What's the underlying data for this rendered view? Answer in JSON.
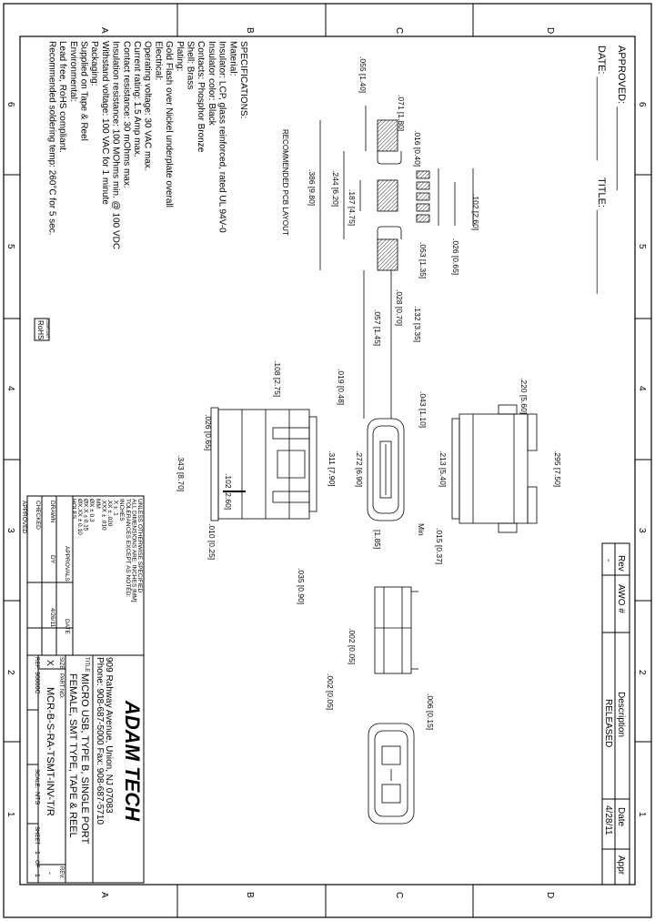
{
  "zones": {
    "letters": [
      "A",
      "B",
      "C",
      "D"
    ],
    "numbers": [
      "6",
      "5",
      "4",
      "3",
      "2",
      "1"
    ]
  },
  "approvals_block": {
    "approved": "APPROVED: _______________",
    "date": "DATE: _______________",
    "title": "TITLE: _______________"
  },
  "revision_table": {
    "headers": [
      "Rev",
      "AWO #",
      "Description",
      "Date",
      "Appr"
    ],
    "row": [
      "-",
      "",
      "RELEASED",
      "4/28/11",
      ""
    ]
  },
  "specifications": {
    "lines": [
      "SPECIFICATIONS:",
      "Material:",
      "Insulator: LCP, glass reinforced, rated UL 94V-0",
      "Insulator color: Black",
      "Contacts: Phosphor Bronze",
      "Shell: Brass",
      "Plating:",
      "Gold Flash over Nickel underplate overall",
      "Electrical:",
      "Operating voltage: 30 VAC max.",
      "Current rating: 1.5 Amp max.",
      "Contact resistance: 30 mOhms max.",
      "Insulation resistance: 100 MOhms min. @ 100 VDC",
      "Withstand voltage: 100 VAC for 1 minute",
      "Packaging:",
      "Supplied on Tape & Reel",
      "Environmental:",
      "Lead free, RoHS compliant.",
      "Recommended soldering temp: 260°C for 5 sec."
    ],
    "rohs_logo": "RoHS",
    "rohs_sub": "COMPLIANT"
  },
  "pcb_layout": {
    "label": "RECOMMENDED PCB LAYOUT",
    "dims": [
      ".055 [1.40]",
      ".071 [1.80]",
      ".016 [0.40]",
      ".102 [2.60]",
      ".026 [0.65]",
      ".053 [1.35]",
      ".187 [4.75]",
      ".244 [6.20]",
      ".386 [9.80]",
      ".028 [0.70]",
      ".132 [3.35]",
      ".057 [1.45]"
    ]
  },
  "views": {
    "dims": [
      ".108 [2.75]",
      ".019 [0.48]",
      ".043 [1.10]",
      ".220 [5.60]",
      ".295 [7.50]",
      ".026 [0.65]",
      ".311 [7.90]",
      ".272 [6.90]",
      ".213 [5.40]",
      ".343 [8.70]",
      ".102 [2.60]",
      ".010 [0.25]",
      ".015 [0.37]",
      "Min",
      "[1.85]",
      ".035 [0.90]",
      ".002 [0.05]",
      ".006 [0.15]",
      ".002 [0.05]"
    ]
  },
  "tolerance_block": {
    "lines": [
      "UNLESS OTHERWISE SPECIFIED",
      "ALL DIMENSIONS ARE: INCHES [MM]",
      "TOLERANCES EXCEPT AS NOTED:",
      "INCHES",
      ".X    ± .1",
      ".XX   ± .020",
      ".XXX  ± .010",
      "MM",
      "ØX    ± 0.3",
      "ØX.X  ± 0.15",
      "ØX.XX ± 0.10",
      "HOLES"
    ],
    "approvals_label": "APPROVALS",
    "date_label": "DATE",
    "rows": [
      {
        "role": "DRAWN",
        "name": "DY",
        "date": "4/26/11"
      },
      {
        "role": "CHECKED",
        "name": "",
        "date": ""
      },
      {
        "role": "APPROVED",
        "name": "",
        "date": ""
      }
    ]
  },
  "title_block": {
    "company": "ADAM TECH",
    "address": "909 Rahway Avenue, Union, NJ 07083",
    "phone": "Phone: 908-687-5000 Fax: 908-687-5710",
    "title_label": "TITLE",
    "title_line1": "MICRO USB, TYPE B, SINGLE PORT",
    "title_line2": "FEMALE, SMT TYPE, TAPE & REEL",
    "size_label": "SIZE",
    "size": "X",
    "part_label": "PART NO.",
    "part_no": "MCR-B-S-RA-TSMT-INV-T/R",
    "rev_label": "REV.",
    "rev": "-",
    "ref_label": "REF.",
    "ref": "90000C",
    "scale_label": "SCALE:",
    "scale": "NTS",
    "sheet_label": "SHEET",
    "sheet": "1",
    "of_label": "OF",
    "of": "1"
  }
}
